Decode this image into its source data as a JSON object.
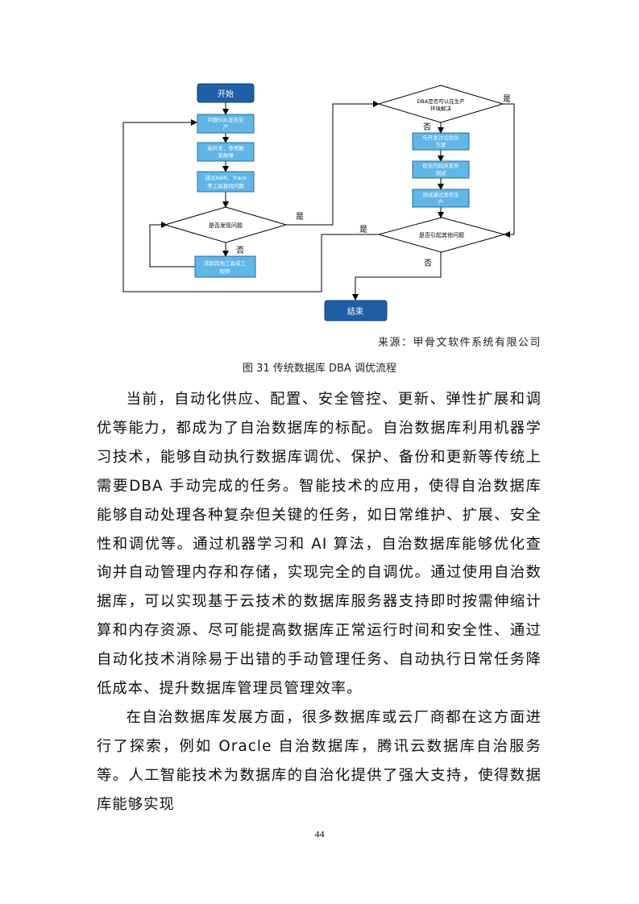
{
  "flowchart": {
    "start": "开始",
    "step1": [
      "问题SQL发布生",
      "产"
    ],
    "step2": [
      "高并发，争用触",
      "发故障"
    ],
    "step3": [
      "通过AWR，Trace",
      "等工具查找问题"
    ],
    "decision1": "是否发现问题",
    "step4": [
      "求助其他工具或工",
      "程师"
    ],
    "decision2": [
      "DBA是否可以在生产",
      "环境解决"
    ],
    "step5": [
      "与开发讨论优化",
      "方案"
    ],
    "step6": [
      "优化代码并发布",
      "测试"
    ],
    "step7": [
      "测试通过发布生",
      "产"
    ],
    "decision3": "是否引起其他问题",
    "end": "结束",
    "yes": "是",
    "no": "否",
    "colors": {
      "terminal": "#1f5fa8",
      "process": "#5fb6e8",
      "line": "#000000"
    }
  },
  "source_note": "来源：甲骨文软件系统有限公司",
  "caption": "图 31 传统数据库 DBA 调优流程",
  "paragraphs": [
    "当前，自动化供应、配置、安全管控、更新、弹性扩展和调优等能力，都成为了自治数据库的标配。自治数据库利用机器学习技术，能够自动执行数据库调优、保护、备份和更新等传统上需要DBA 手动完成的任务。智能技术的应用，使得自治数据库能够自动处理各种复杂但关键的任务，如日常维护、扩展、安全性和调优等。通过机器学习和 AI 算法，自治数据库能够优化查询并自动管理内存和存储，实现完全的自调优。通过使用自治数据库，可以实现基于云技术的数据库服务器支持即时按需伸缩计算和内存资源、尽可能提高数据库正常运行时间和安全性、通过自动化技术消除易于出错的手动管理任务、自动执行日常任务降低成本、提升数据库管理员管理效率。",
    "在自治数据库发展方面，很多数据库或云厂商都在这方面进行了探索，例如 Oracle 自治数据库，腾讯云数据库自治服务等。人工智能技术为数据库的自治化提供了强大支持，使得数据库能够实现"
  ],
  "page_number": "44"
}
